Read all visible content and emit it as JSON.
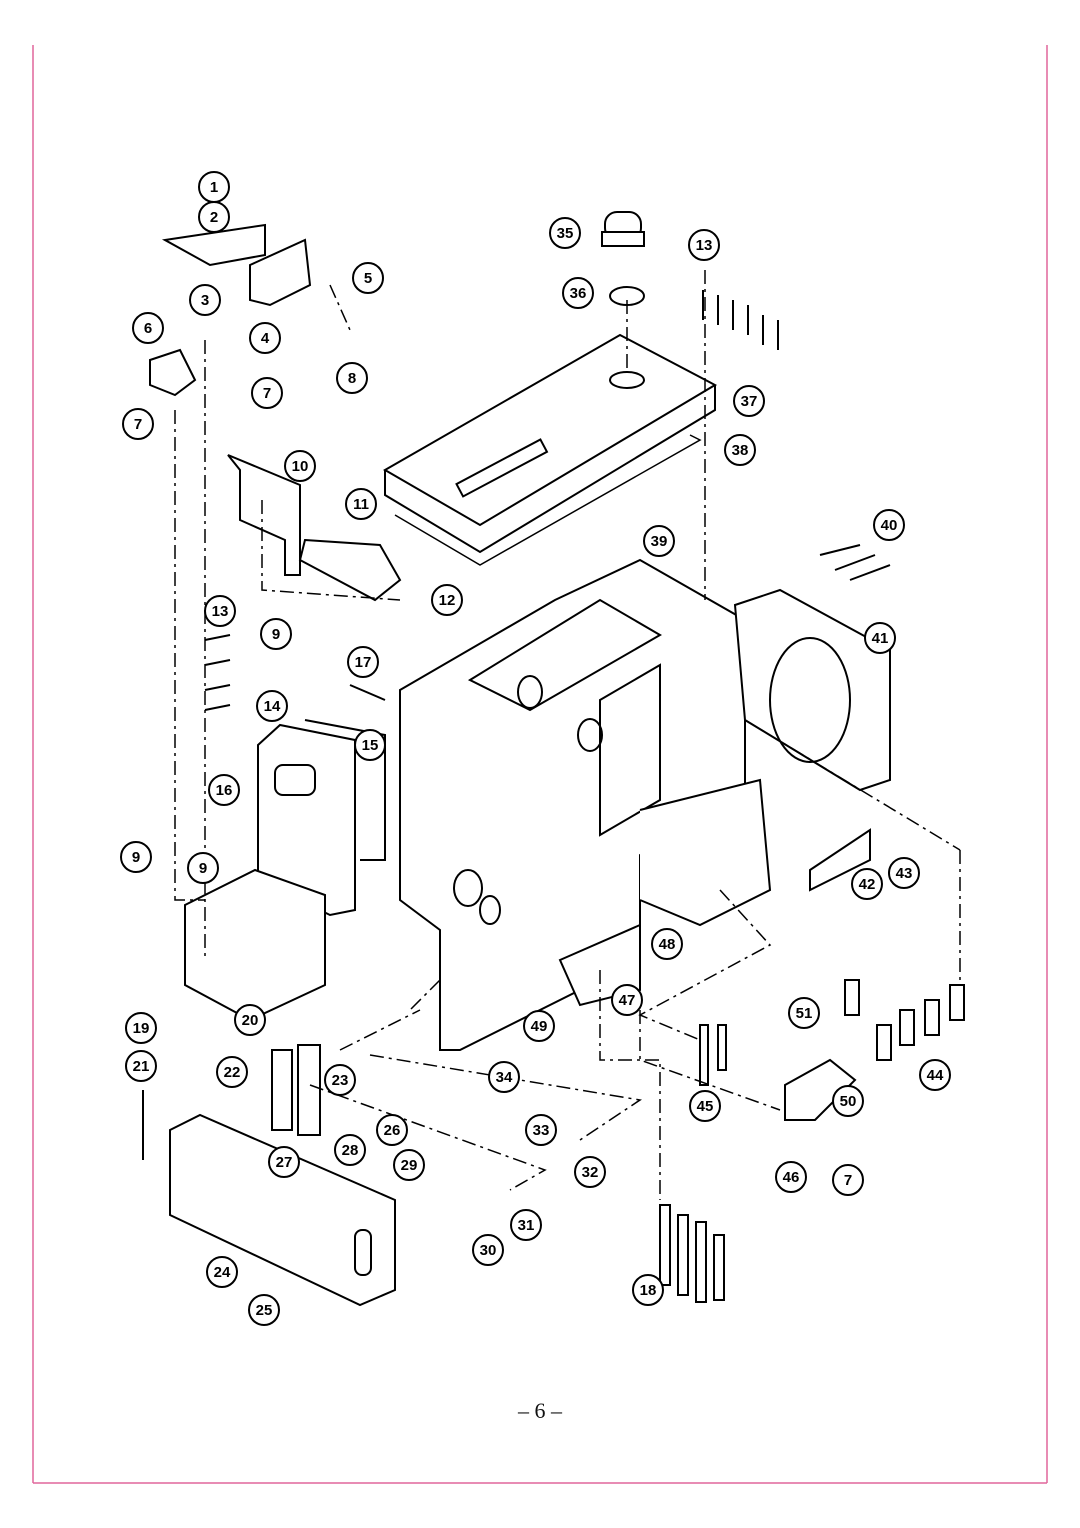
{
  "page": {
    "number_label": "– 6 –",
    "border_color": "#e0679b"
  },
  "diagram": {
    "callouts": [
      "1",
      "2",
      "3",
      "4",
      "5",
      "6",
      "7",
      "8",
      "9",
      "10",
      "11",
      "12",
      "13",
      "14",
      "15",
      "16",
      "17",
      "18",
      "19",
      "20",
      "21",
      "22",
      "23",
      "24",
      "25",
      "26",
      "27",
      "28",
      "29",
      "30",
      "31",
      "32",
      "33",
      "34",
      "35",
      "36",
      "37",
      "38",
      "39",
      "40",
      "41",
      "42",
      "43",
      "44",
      "45",
      "46",
      "47",
      "48",
      "49",
      "50",
      "51"
    ]
  }
}
